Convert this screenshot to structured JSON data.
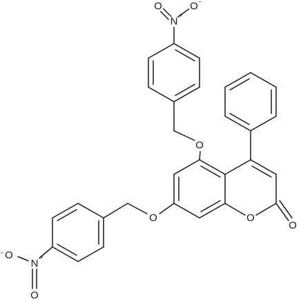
{
  "molecule": {
    "atom_labels": {
      "nitro_n_top": "N",
      "nitro_o_top_left": "O",
      "nitro_o_top_right": "O",
      "nitro_o_top_right_charge": "-",
      "nitro_n_top_charge": "+",
      "ether_o_upper": "O",
      "ether_o_lower": "O",
      "ring_o": "O",
      "carbonyl_o": "O",
      "nitro_n_bottom": "N",
      "nitro_o_bottom_left": "O",
      "nitro_o_bottom_left_charge": "-",
      "nitro_n_bottom_charge": "+",
      "nitro_o_bottom_right": "O"
    }
  }
}
